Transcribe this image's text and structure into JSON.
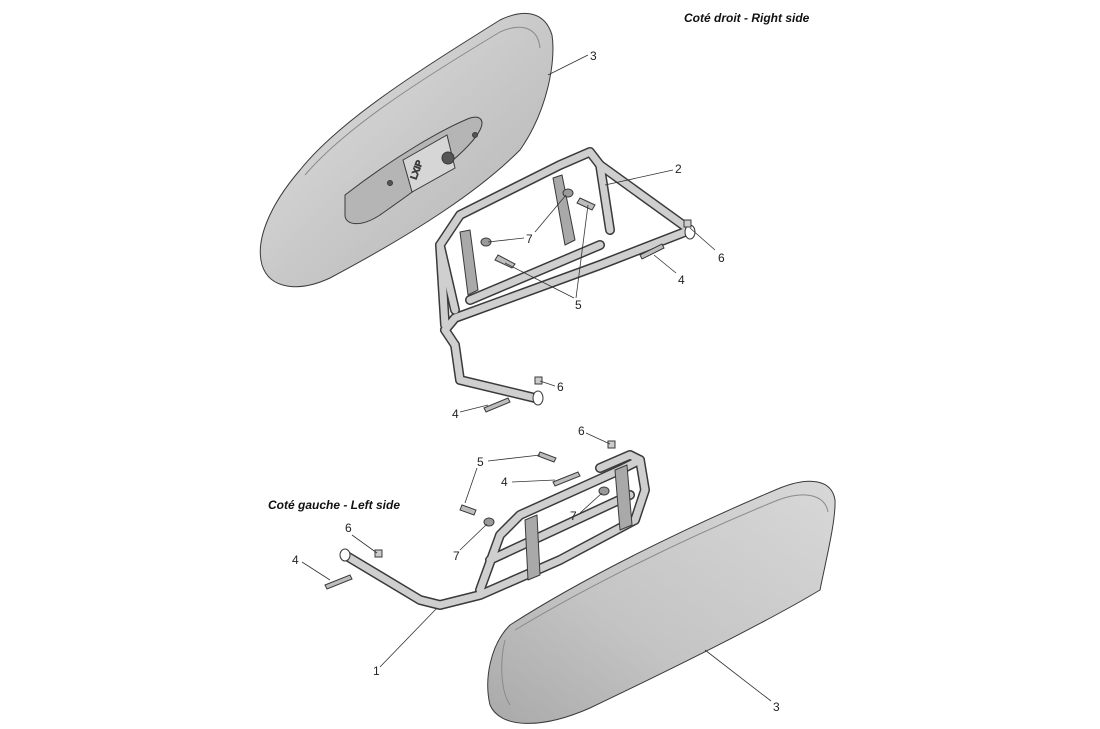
{
  "diagram": {
    "title_right": "Coté droit - Right side",
    "title_left": "Coté gauche - Left side",
    "plate_label": "LXIP",
    "callouts": {
      "frame_left": "1",
      "frame_right": "2",
      "armpad_right": "3",
      "armpad_left": "3",
      "screw_a": "4",
      "screw_b": "4",
      "screw_c": "4",
      "screw_d": "4",
      "bolt_a": "5",
      "bolt_b": "5",
      "cap_a": "6",
      "cap_b": "6",
      "cap_c": "6",
      "cap_d": "6",
      "washer_a": "7",
      "washer_b": "7",
      "washer_c": "7"
    }
  },
  "colors": {
    "pad_fill": "#c8c8c8",
    "pad_top": "#d9d9d9",
    "tube": "#bdbdbd",
    "outline": "#3a3a3a",
    "hardware": "#9a9a9a"
  }
}
